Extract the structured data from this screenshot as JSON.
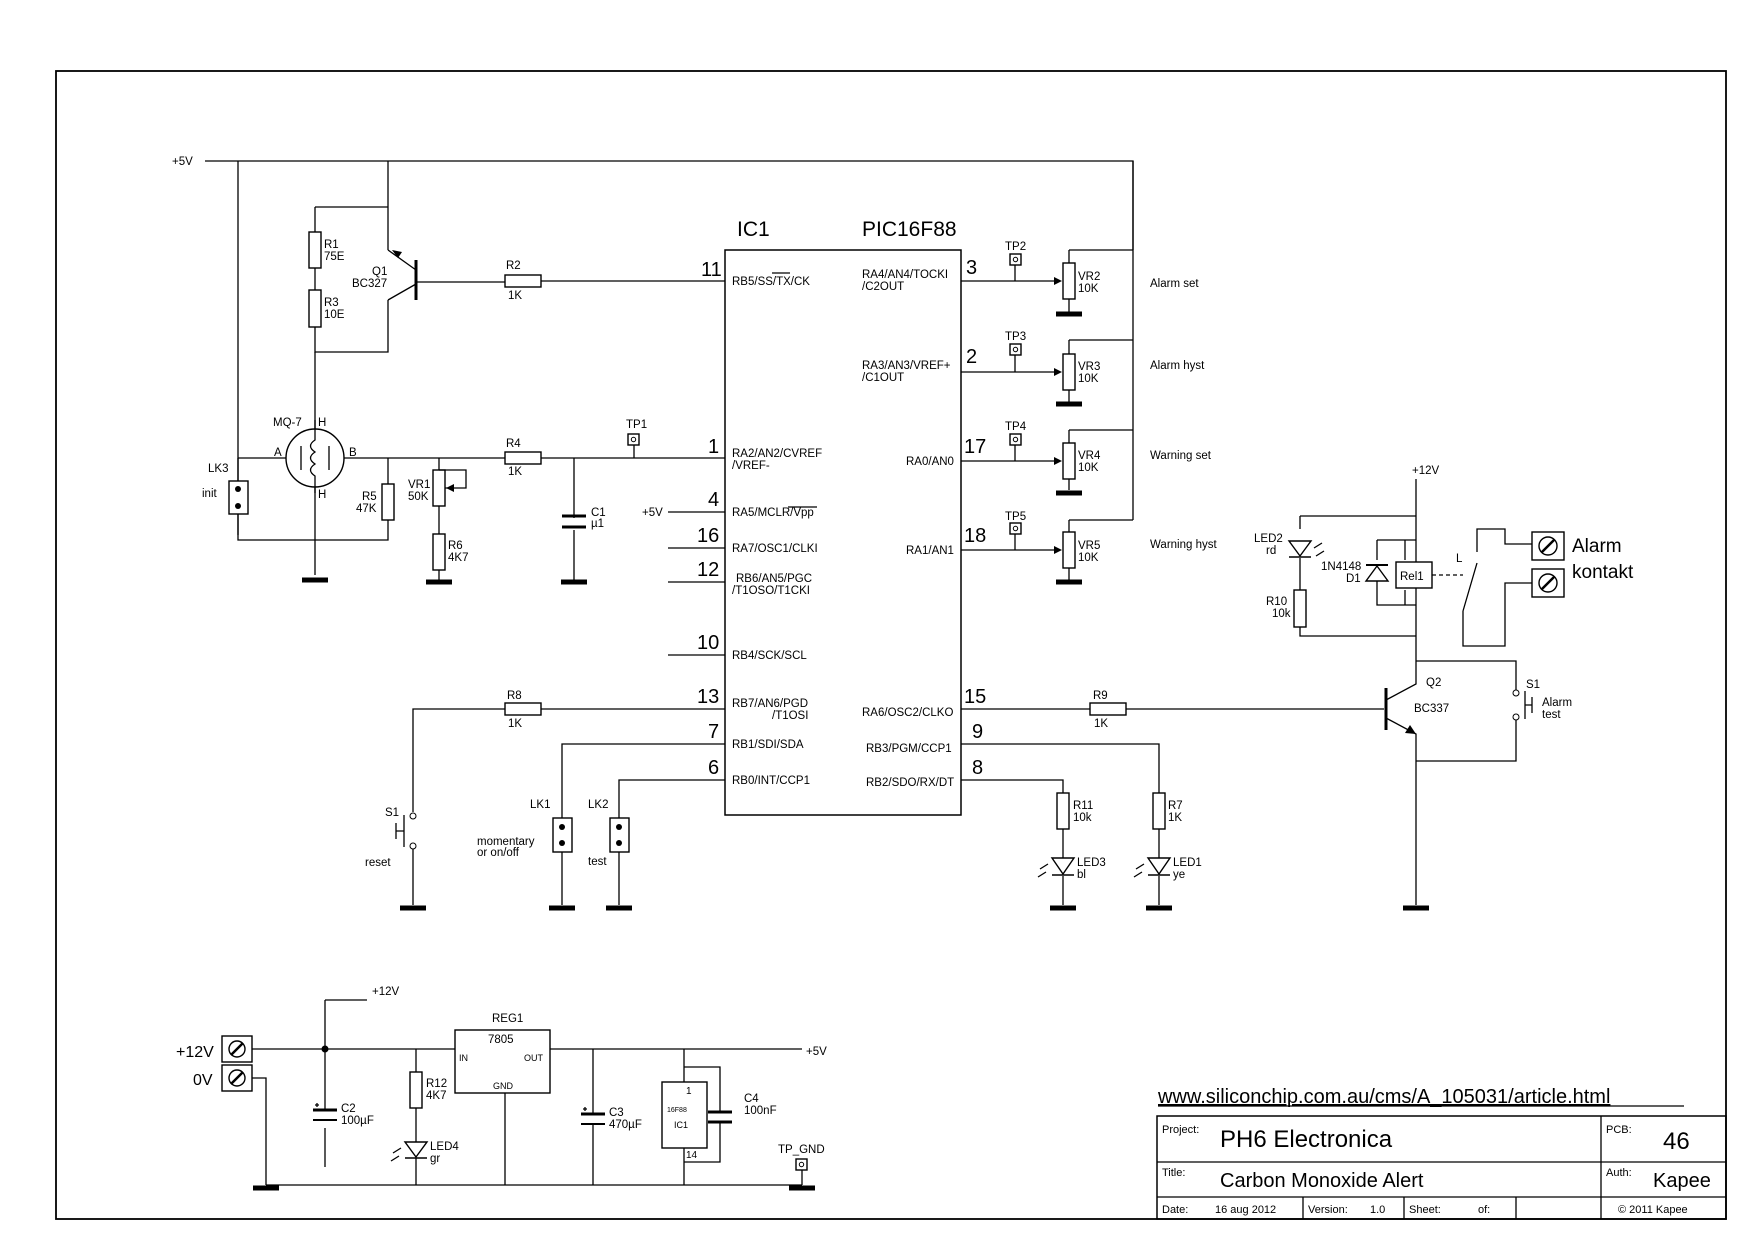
{
  "ic1": {
    "ref": "IC1",
    "part": "PIC16F88",
    "pins_left": [
      {
        "num": "11",
        "name": "RB5/SS/TX/CK"
      },
      {
        "num": "1",
        "name": "RA2/AN2/CVREF",
        "name2": "/VREF-"
      },
      {
        "num": "4",
        "name": "RA5/MCLR/Vpp"
      },
      {
        "num": "16",
        "name": "RA7/OSC1/CLKI"
      },
      {
        "num": "12",
        "name": "RB6/AN5/PGC",
        "name2": "/T1OSO/T1CKI"
      },
      {
        "num": "10",
        "name": "RB4/SCK/SCL"
      },
      {
        "num": "13",
        "name": "RB7/AN6/PGD",
        "name2": "/T1OSI"
      },
      {
        "num": "7",
        "name": "RB1/SDI/SDA"
      },
      {
        "num": "6",
        "name": "RB0/INT/CCP1"
      }
    ],
    "pins_right": [
      {
        "num": "3",
        "name": "RA4/AN4/TOCKI",
        "name2": "/C2OUT"
      },
      {
        "num": "2",
        "name": "RA3/AN3/VREF+",
        "name2": "/C1OUT"
      },
      {
        "num": "17",
        "name": "RA0/AN0"
      },
      {
        "num": "18",
        "name": "RA1/AN1"
      },
      {
        "num": "15",
        "name": "RA6/OSC2/CLKO"
      },
      {
        "num": "9",
        "name": "RB3/PGM/CCP1"
      },
      {
        "num": "8",
        "name": "RB2/SDO/RX/DT"
      }
    ]
  },
  "rails": {
    "p5": "+5V",
    "p12": "+12V",
    "zero": "0V"
  },
  "parts": {
    "r1": {
      "ref": "R1",
      "val": "75E"
    },
    "r3": {
      "ref": "R3",
      "val": "10E"
    },
    "q1": {
      "ref": "Q1",
      "val": "BC327"
    },
    "r2": {
      "ref": "R2",
      "val": "1K"
    },
    "r4": {
      "ref": "R4",
      "val": "1K"
    },
    "r5": {
      "ref": "R5",
      "val": "47K"
    },
    "vr1": {
      "ref": "VR1",
      "val": "50K"
    },
    "r6": {
      "ref": "R6",
      "val": "4K7"
    },
    "c1": {
      "ref": "C1",
      "val": "µ1"
    },
    "lk3": {
      "ref": "LK3",
      "val": "init"
    },
    "mq7": {
      "ref": "MQ-7",
      "pa": "A",
      "pb": "B",
      "ph1": "H",
      "ph2": "H"
    },
    "r8": {
      "ref": "R8",
      "val": "1K"
    },
    "s1a": {
      "ref": "S1",
      "val": "reset"
    },
    "lk1": {
      "ref": "LK1",
      "val": "momentary",
      "val2": "or on/off"
    },
    "lk2": {
      "ref": "LK2",
      "val": "test"
    },
    "vr2": {
      "ref": "VR2",
      "val": "10K",
      "desc": "Alarm set",
      "tp": "TP2"
    },
    "vr3": {
      "ref": "VR3",
      "val": "10K",
      "desc": "Alarm hyst",
      "tp": "TP3"
    },
    "vr4": {
      "ref": "VR4",
      "val": "10K",
      "desc": "Warning set",
      "tp": "TP4"
    },
    "vr5": {
      "ref": "VR5",
      "val": "10K",
      "desc": "Warning hyst",
      "tp": "TP5"
    },
    "tp1": {
      "ref": "TP1"
    },
    "r9": {
      "ref": "R9",
      "val": "1K"
    },
    "q2": {
      "ref": "Q2",
      "val": "BC337"
    },
    "s1b": {
      "ref": "S1",
      "val": "Alarm",
      "val2": "test"
    },
    "led2": {
      "ref": "LED2",
      "val": "rd"
    },
    "d1": {
      "ref": "1N4148",
      "val": "D1"
    },
    "rel1": {
      "ref": "Rel1",
      "contact": "L"
    },
    "r10": {
      "ref": "R10",
      "val": "10k"
    },
    "alarm": {
      "l1": "Alarm",
      "l2": "kontakt"
    },
    "r11": {
      "ref": "R11",
      "val": "10k"
    },
    "led3": {
      "ref": "LED3",
      "val": "bl"
    },
    "r7": {
      "ref": "R7",
      "val": "1K"
    },
    "led1": {
      "ref": "LED1",
      "val": "ye"
    },
    "reg1": {
      "ref": "REG1",
      "val": "7805",
      "in": "IN",
      "out": "OUT",
      "gnd": "GND"
    },
    "c2": {
      "ref": "C2",
      "val": "100µF"
    },
    "r12": {
      "ref": "R12",
      "val": "4K7"
    },
    "led4": {
      "ref": "LED4",
      "val": "gr"
    },
    "c3": {
      "ref": "C3",
      "val": "470µF"
    },
    "c4": {
      "ref": "C4",
      "val": "100nF"
    },
    "ic1b": {
      "ref": "IC1",
      "part": "16F88",
      "p1": "1",
      "p14": "14"
    },
    "tpgnd": {
      "ref": "TP_GND"
    }
  },
  "url": "www.siliconchip.com.au/cms/A_105031/article.html",
  "title_block": {
    "project_label": "Project:",
    "project": "PH6 Electronica",
    "pcb_label": "PCB:",
    "pcb": "46",
    "title_label": "Title:",
    "title": "Carbon Monoxide Alert",
    "auth_label": "Auth:",
    "auth": "Kapee",
    "date_label": "Date:",
    "date": "16 aug 2012",
    "version_label": "Version:",
    "version": "1.0",
    "sheet_label": "Sheet:",
    "of_label": "of:",
    "copyright": "© 2011 Kapee"
  }
}
